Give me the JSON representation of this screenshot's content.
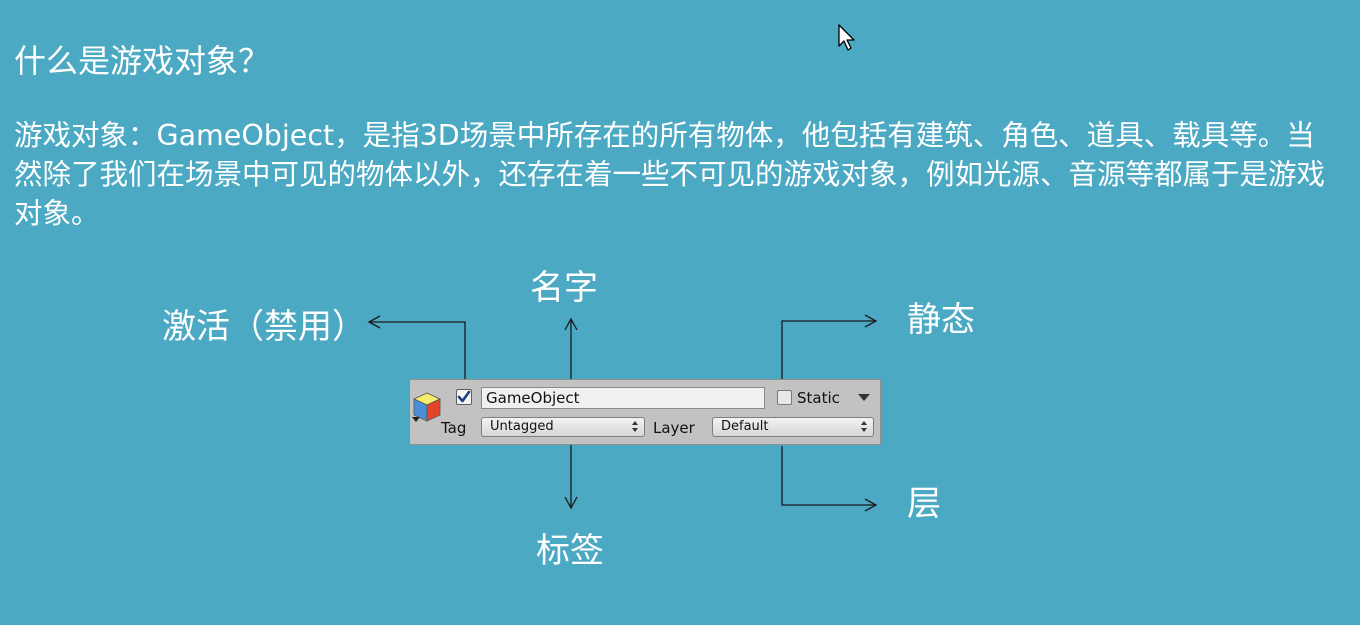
{
  "slide": {
    "title": "什么是游戏对象？",
    "body": "游戏对象：GameObject，是指3D场景中所存在的所有物体，他包括有建筑、角色、道具、载具等。当然除了我们在场景中可见的物体以外，还存在着一些不可见的游戏对象，例如光源、音源等都属于是游戏对象。"
  },
  "callouts": {
    "active": "激活（禁用）",
    "name": "名字",
    "static": "静态",
    "layer": "层",
    "tag": "标签"
  },
  "inspector": {
    "active_checked": true,
    "object_name": "GameObject",
    "static_label": "Static",
    "static_checked": false,
    "tag_label": "Tag",
    "tag_value": "Untagged",
    "layer_label": "Layer",
    "layer_value": "Default"
  },
  "icons": {
    "gameobject": "gameobject-cube-icon",
    "checkmark": "checkmark-icon",
    "cursor": "mouse-cursor-icon",
    "dropdown": "chevron-down-icon"
  },
  "colors": {
    "background": "#4ba9c3",
    "text": "#ffffff",
    "arrow": "#1a1a1a",
    "panel": "#c2c2c2",
    "checkmark": "#1f3f7a"
  }
}
